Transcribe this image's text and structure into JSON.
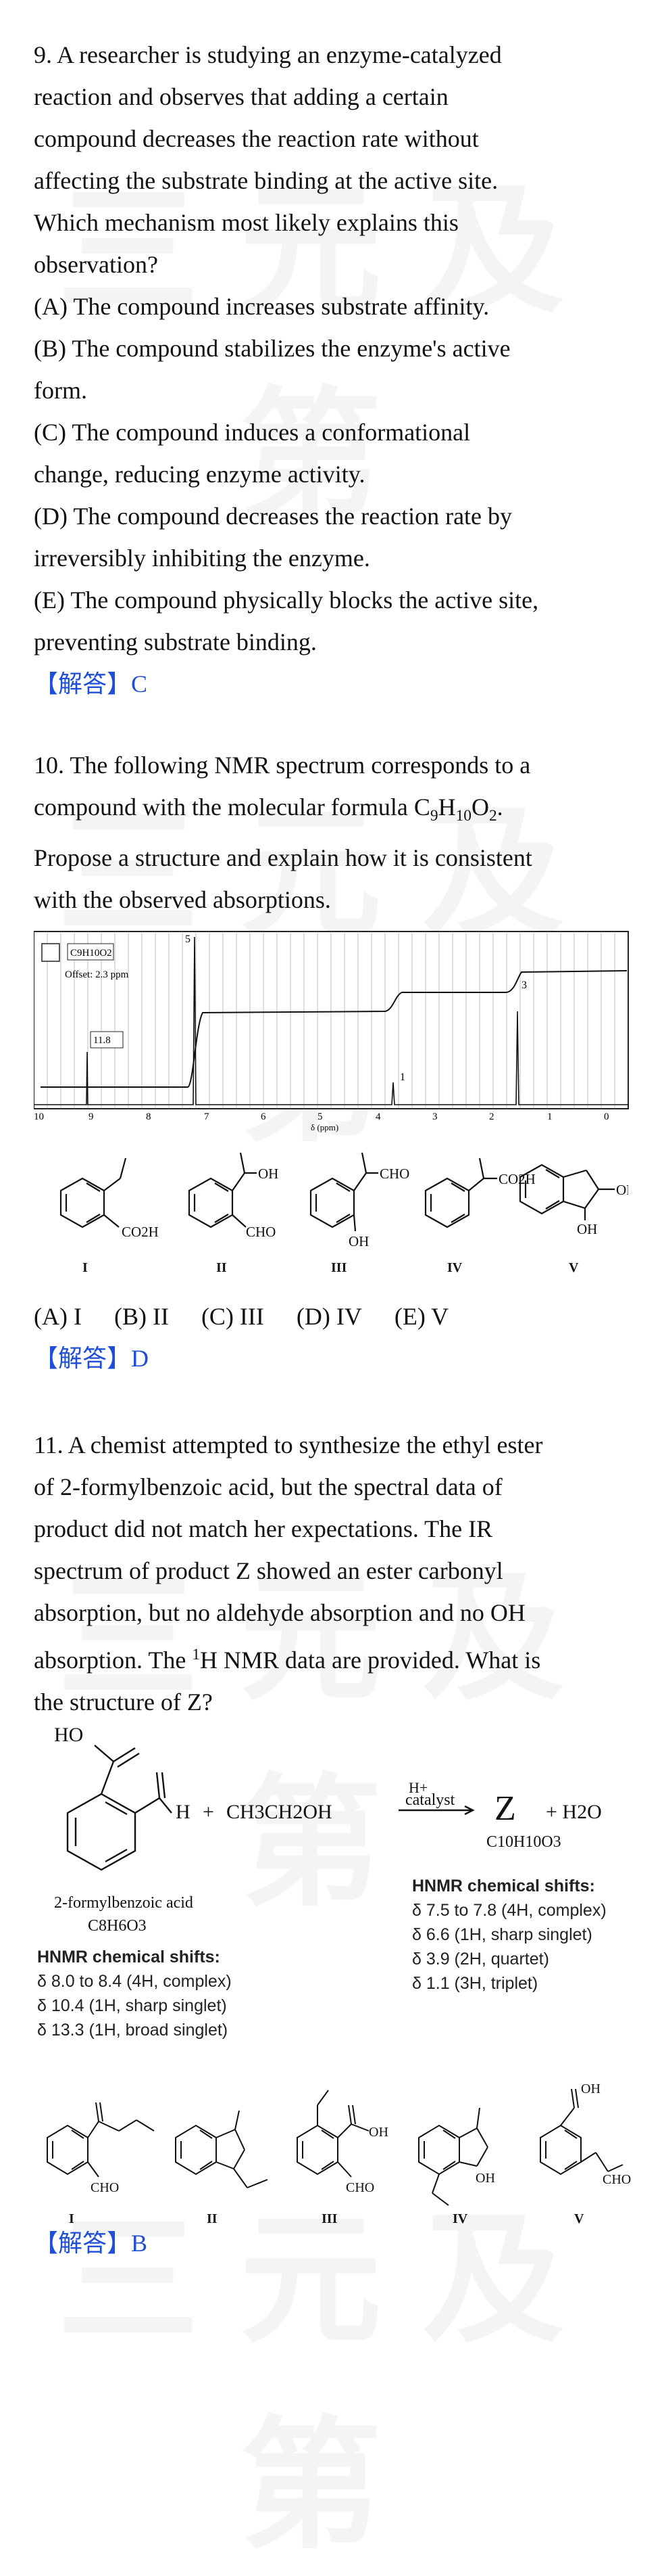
{
  "watermark": "三元及第",
  "q9": {
    "lines": [
      "9. A researcher is studying an enzyme-catalyzed",
      "reaction and observes that adding a certain",
      "compound decreases the reaction rate without",
      "affecting the substrate binding at the active site.",
      "Which mechanism most likely explains this",
      "observation?",
      "(A) The compound increases substrate affinity.",
      "(B) The compound stabilizes the enzyme's active",
      "form.",
      "(C) The compound induces a conformational",
      "change, reducing enzyme activity.",
      "(D) The compound decreases the reaction rate by",
      "irreversibly inhibiting the enzyme.",
      "(E) The compound physically blocks the active site,",
      "preventing substrate binding."
    ],
    "answer": "【解答】C"
  },
  "q10": {
    "line1": "10. The following NMR spectrum corresponds to a",
    "line2_prefix": "compound with the molecular formula C",
    "formula_c": "9",
    "formula_h_label": "H",
    "formula_h": "10",
    "formula_o_label": "O",
    "formula_o": "2",
    "line2_suffix": ".",
    "line3": "Propose a structure and explain how it is consistent",
    "line4": "with the observed absorptions.",
    "spectrum": {
      "formula_box": "C9H10O2",
      "offset": "Offset: 2.3 ppm",
      "peak_label": "11.8",
      "axis_label": "δ (ppm)",
      "ticks": [
        "10",
        "9",
        "8",
        "7",
        "6",
        "5",
        "4",
        "3",
        "2",
        "1",
        "0"
      ],
      "integrals": [
        "5",
        "1",
        "3"
      ]
    },
    "structure_labels": [
      "I",
      "II",
      "III",
      "IV",
      "V"
    ],
    "structure_groups": [
      "CO2H",
      "OH",
      "CHO",
      "CHO",
      "OH",
      "CO2H",
      "OH",
      "OH"
    ],
    "options": [
      "(A) I",
      "(B) II",
      "(C) III",
      "(D) IV",
      "(E) V"
    ],
    "answer": "【解答】D"
  },
  "q11": {
    "lines": [
      "11. A chemist attempted to synthesize the ethyl ester",
      "of 2-formylbenzoic acid, but the spectral data of",
      "product did not match her expectations. The IR",
      "spectrum of product Z showed an ester carbonyl",
      "absorption, but no aldehyde absorption and no OH"
    ],
    "line6_prefix": "absorption. The ",
    "line6_sup": "1",
    "line6_suffix": "H NMR data are provided. What is",
    "line7": "the structure of Z?",
    "reaction": {
      "ho": "HO",
      "h": "H",
      "plus": "+",
      "ethanol": "CH3CH2OH",
      "catalyst_top": "H+",
      "catalyst": "catalyst",
      "product": "Z",
      "product_formula": "C10H10O3",
      "water": "+ H2O",
      "reactant_name": "2-formylbenzoic acid",
      "reactant_formula": "C8H6O3"
    },
    "nmr_left": {
      "title": "HNMR chemical shifts:",
      "shifts": [
        "δ 8.0 to 8.4 (4H, complex)",
        "δ 10.4 (1H, sharp singlet)",
        "δ 13.3 (1H, broad singlet)"
      ]
    },
    "nmr_right": {
      "title": "HNMR chemical shifts:",
      "shifts": [
        "δ 7.5 to 7.8 (4H, complex)",
        "δ 6.6 (1H, sharp singlet)",
        "δ 3.9 (2H, quartet)",
        "δ 1.1 (3H, triplet)"
      ]
    },
    "structure_labels": [
      "I",
      "II",
      "III",
      "IV",
      "V"
    ],
    "structure_groups": [
      "CHO",
      "OH",
      "CHO",
      "OH",
      "OH",
      "CHO"
    ],
    "answer": "【解答】B"
  }
}
